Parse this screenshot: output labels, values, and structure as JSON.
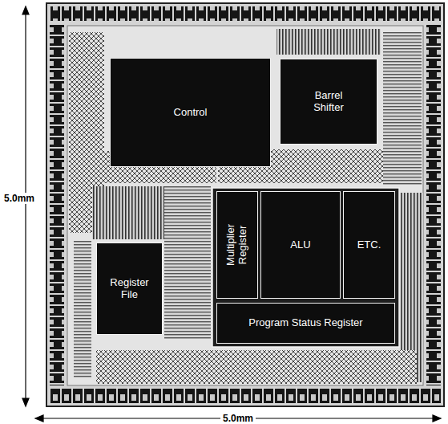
{
  "diagram": {
    "nodes": [
      {
        "text": [
          "Control"
        ]
      },
      {
        "text": [
          "Barrel Shifter"
        ]
      },
      {
        "text": [
          "Multiplier Register"
        ]
      },
      {
        "text": [
          "ALU"
        ]
      },
      {
        "text": [
          "ETC."
        ]
      },
      {
        "text": [
          "Register File"
        ]
      },
      {
        "text": [
          "Program Status Register"
        ]
      }
    ],
    "labels": [
      "5.0mm",
      "5.0mm"
    ]
  }
}
